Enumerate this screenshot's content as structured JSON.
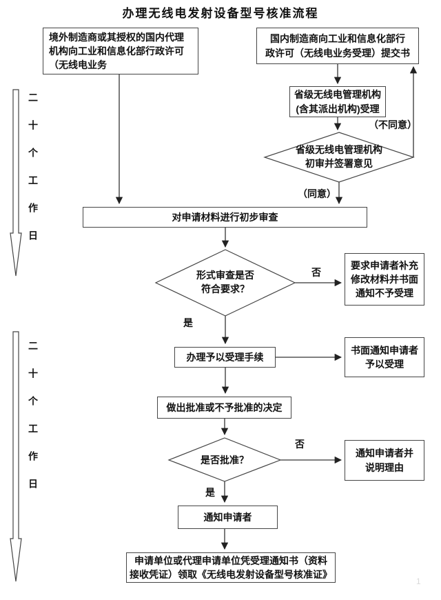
{
  "title": "办理无线电发射设备型号核准流程",
  "timeline": {
    "upper": "二十个工作日",
    "lower": "二十个工作日"
  },
  "nodes": {
    "foreign_manufacturer": "境外制造商或其授权的国内代理\n机构向工业和信息化部行政许可\n（无线电业务",
    "domestic_manufacturer": "国内制造商向工业和信息化部行\n政许可（无线电业务受理）提交书",
    "provincial_accept": "省级无线电管理机构\n(含其派出机构)受理",
    "provincial_review": "省级无线电管理机构\n初审并签署意见",
    "preliminary_review": "对申请材料进行初步审查",
    "formal_review": "形式审查是否\n符合要求？",
    "require_supplement": "要求申请者补充\n修改材料并书面\n通知不予受理",
    "handle_acceptance": "办理予以受理手续",
    "written_notice_accept": "书面通知申请者\n予以受理",
    "make_decision": "做出批准或不予批准的决定",
    "approve_decision": "是否批准？",
    "notify_reason": "通知申请者并\n说明理由",
    "notify_applicant": "通知申请者",
    "receive_certificate": "申请单位或代理申请单位凭受理通知书（资料\n接收凭证）领取《无线电发射设备型号核准证》"
  },
  "labels": {
    "disagree": "（不同意）",
    "agree": "（同意）",
    "formal_no": "否",
    "formal_yes": "是",
    "approve_no": "否",
    "approve_yes": "是"
  },
  "page_number": "1",
  "colors": {
    "line": "#333333",
    "border": "#444444",
    "text": "#111111",
    "background": "#ffffff"
  }
}
